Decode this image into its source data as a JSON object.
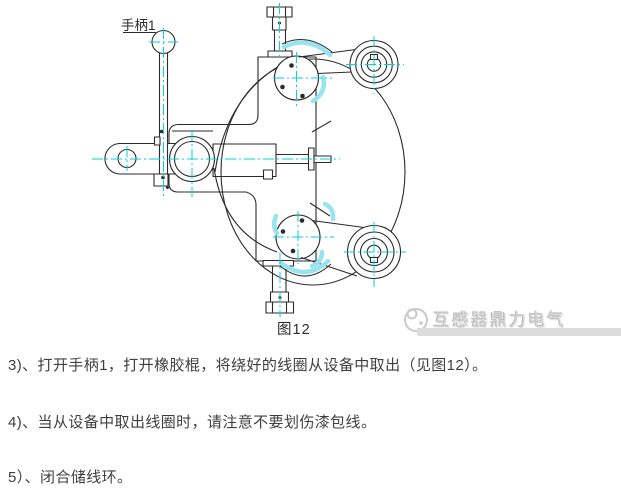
{
  "figure": {
    "handle_label": "手柄1",
    "caption": "图12",
    "watermark_text": "互感器鼎力电气",
    "colors": {
      "line": "#2b2b2b",
      "centerline_cyan": "#00d2df",
      "rubber_cyan": "#97e3f0",
      "watermark_gray": "#cdcdcd",
      "text_gray": "#3f3f3f",
      "divider_gray": "#dcdcdc"
    }
  },
  "instructions": [
    "3)、打开手柄1，打开橡胶棍，将绕好的线圈从设备中取出（见图12）。",
    "4)、当从设备中取出线圈时，请注意不要划伤漆包线。",
    "5）、闭合储线环。"
  ]
}
